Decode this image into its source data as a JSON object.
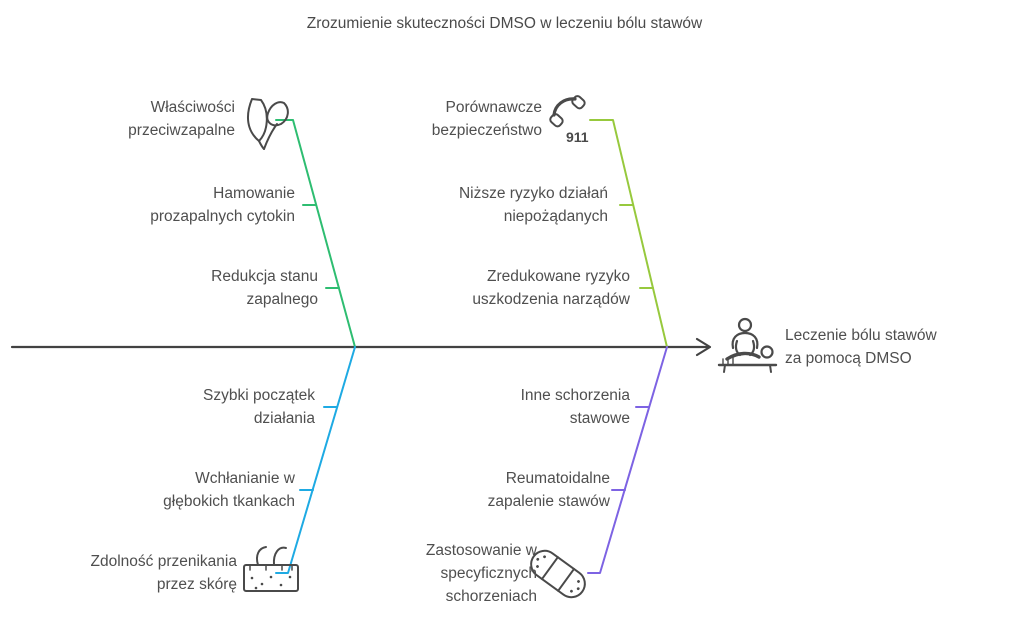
{
  "title": "Zrozumienie skuteczności DMSO w leczeniu bólu stawów",
  "diagram_type": "fishbone",
  "colors": {
    "spine": "#424242",
    "icon_stroke": "#4a4a4a",
    "text": "#4f4f4f",
    "background": "#ffffff"
  },
  "effect": {
    "label": [
      "Leczenie bólu stawów",
      "za pomocą DMSO"
    ],
    "icon": "massage-therapy-icon"
  },
  "branches": [
    {
      "position": "top-left",
      "color": "#2ebd71",
      "icon": "leaf-icon",
      "label": [
        "Właściwości",
        "przeciwzapalne"
      ],
      "items": [
        [
          "Hamowanie",
          "prozapalnych cytokin"
        ],
        [
          "Redukcja stanu",
          "zapalnego"
        ]
      ]
    },
    {
      "position": "top-right",
      "color": "#97c93d",
      "icon": "emergency-phone-911-icon",
      "phone_label": "911",
      "label": [
        "Porównawcze",
        "bezpieczeństwo"
      ],
      "items": [
        [
          "Niższe ryzyko działań",
          "niepożądanych"
        ],
        [
          "Zredukowane ryzyko",
          "uszkodzenia narządów"
        ]
      ]
    },
    {
      "position": "bottom-left",
      "color": "#1eaae3",
      "icon": "skin-icon",
      "label": [
        "Zdolność przenikania",
        "przez skórę"
      ],
      "items": [
        [
          "Szybki początek",
          "działania"
        ],
        [
          "Wchłanianie w",
          "głębokich tkankach"
        ]
      ]
    },
    {
      "position": "bottom-right",
      "color": "#7d63e3",
      "icon": "bandage-icon",
      "label": [
        "Zastosowanie w",
        "specyficznych",
        "schorzeniach"
      ],
      "items": [
        [
          "Inne schorzenia",
          "stawowe"
        ],
        [
          "Reumatoidalne",
          "zapalenie stawów"
        ]
      ]
    }
  ]
}
